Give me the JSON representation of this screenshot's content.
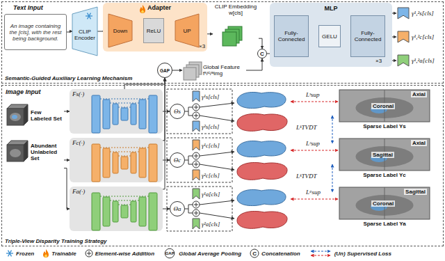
{
  "diagram": {
    "nodes": [
      {
        "text": [
          "Semantic-Guided Auxiliary Learning Mechanism"
        ]
      },
      {
        "text": [
          "Text Input",
          "An image containing the [cls], with the rest being background."
        ],
        "in": 0
      },
      {
        "text": [
          "CLIP Encoder"
        ],
        "in": 0
      },
      {
        "text": [
          "Adapter"
        ],
        "in": 0
      },
      {
        "text": [
          "Down"
        ],
        "in": 3
      },
      {
        "text": [
          "ReLU"
        ],
        "in": 3
      },
      {
        "text": [
          "UP"
        ],
        "in": 3
      },
      {
        "text": [
          "CLIP Embedding w[cls]"
        ],
        "in": 0
      },
      {
        "text": [
          "C"
        ],
        "in": 0
      },
      {
        "text": [
          "GAP"
        ],
        "in": 0
      },
      {
        "text": [
          "Global Feature fˢ/ᶜ/ᵃimg"
        ],
        "in": 0
      },
      {
        "text": [
          "MLP"
        ],
        "in": 0
      },
      {
        "text": [
          "Fully-Connected"
        ],
        "in": 11
      },
      {
        "text": [
          "GELU"
        ],
        "in": 11
      },
      {
        "text": [
          "Fully-Connected"
        ],
        "in": 11
      },
      {
        "text": [
          "γ¹,²s[cls]"
        ],
        "in": 0
      },
      {
        "text": [
          "γ¹,²c[cls]"
        ],
        "in": 0
      },
      {
        "text": [
          "γ¹,²a[cls]"
        ],
        "in": 0
      },
      {
        "text": [
          "Triple-View Disparity Training Strategy"
        ]
      },
      {
        "text": [
          "Image Input"
        ],
        "in": 18
      },
      {
        "text": [
          "Few Labeled Set"
        ],
        "in": 19
      },
      {
        "text": [
          "Abundant Unlabeled Set"
        ],
        "in": 19
      },
      {
        "text": [
          "Fs(·)"
        ],
        "in": 18
      },
      {
        "text": [
          "Θs"
        ],
        "in": 18
      },
      {
        "text": [
          "γ¹s[cls]"
        ],
        "in": 18
      },
      {
        "text": [
          "γ²s[cls]"
        ],
        "in": 18
      },
      {
        "text": [
          "Axial",
          "Coronal",
          "Sparse Label Ys"
        ],
        "in": 18
      },
      {
        "text": [
          "Fc(·)"
        ],
        "in": 18
      },
      {
        "text": [
          "Θc"
        ],
        "in": 18
      },
      {
        "text": [
          "γ¹c[cls]"
        ],
        "in": 18
      },
      {
        "text": [
          "γ²c[cls]"
        ],
        "in": 18
      },
      {
        "text": [
          "Axial",
          "Sagittal",
          "Sparse Label Yc"
        ],
        "in": 18
      },
      {
        "text": [
          "Fa(·)"
        ],
        "in": 18
      },
      {
        "text": [
          "Θa"
        ],
        "in": 18
      },
      {
        "text": [
          "γ¹a[cls]"
        ],
        "in": 18
      },
      {
        "text": [
          "γ²a[cls]"
        ],
        "in": 18
      },
      {
        "text": [
          "Sagittal",
          "Coronal",
          "Sparse Label Ya"
        ],
        "in": 18
      }
    ],
    "edges": [
      {
        "from": 1,
        "to": 2,
        "arrow": "to"
      },
      {
        "from": 2,
        "to": 4,
        "arrow": "to"
      },
      {
        "from": 4,
        "to": 5,
        "arrow": "to"
      },
      {
        "from": 5,
        "to": 6,
        "arrow": "to"
      },
      {
        "from": 6,
        "to": 7,
        "arrow": "to"
      },
      {
        "from": 7,
        "to": 8,
        "arrow": "to"
      },
      {
        "from": 9,
        "to": 10,
        "arrow": "to"
      },
      {
        "from": 10,
        "to": 8,
        "arrow": "to"
      },
      {
        "from": 8,
        "to": 12,
        "arrow": "to"
      },
      {
        "from": 12,
        "to": 13,
        "arrow": "to"
      },
      {
        "from": 13,
        "to": 14,
        "arrow": "to"
      },
      {
        "from": 14,
        "to": 15,
        "arrow": "to"
      },
      {
        "from": 14,
        "to": 16,
        "arrow": "to"
      },
      {
        "from": 14,
        "to": 17,
        "arrow": "to"
      },
      {
        "from": 22,
        "to": 9,
        "arrow": "to"
      },
      {
        "from": 27,
        "to": 9,
        "arrow": "to"
      },
      {
        "from": 32,
        "to": 9,
        "arrow": "to"
      },
      {
        "from": 19,
        "to": 22,
        "arrow": "to"
      },
      {
        "from": 19,
        "to": 27,
        "arrow": "to"
      },
      {
        "from": 19,
        "to": 32,
        "arrow": "to"
      },
      {
        "from": 22,
        "to": 23,
        "arrow": "to"
      },
      {
        "from": 27,
        "to": 28,
        "arrow": "to"
      },
      {
        "from": 32,
        "to": 33,
        "arrow": "to"
      }
    ],
    "labels": [
      "×3",
      "×3",
      "Lˢsup",
      "LᵏTVDT",
      "Lᶜsup",
      "LᵏTVDT",
      "Lᵃsup",
      "GAP",
      "C"
    ],
    "legend": [
      {
        "text": "Frozen"
      },
      {
        "text": "Trainable"
      },
      {
        "text": "Element-wise Addition"
      },
      {
        "text": "Global Average Pooling"
      },
      {
        "text": "Concatenation"
      },
      {
        "text": "(Un) Supervised Loss"
      }
    ]
  }
}
